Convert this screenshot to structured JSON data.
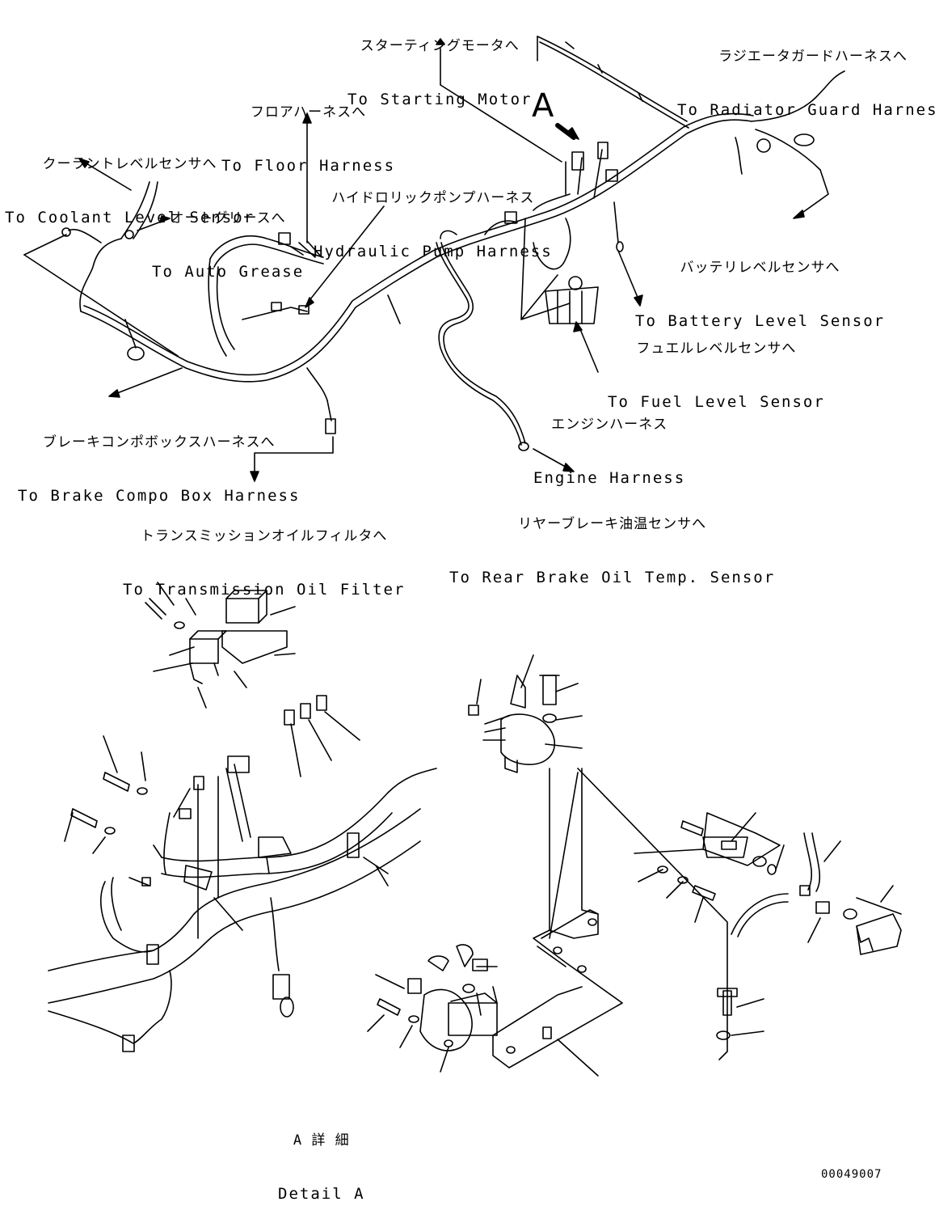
{
  "labels": {
    "starting_motor": {
      "jp": "スターティングモータへ",
      "en": "To Starting Motor"
    },
    "radiator_guard": {
      "jp": "ラジエータガードハーネスへ",
      "en": "To Radiator Guard Harness"
    },
    "floor_harness": {
      "jp": "フロアハーネスへ",
      "en": "To Floor Harness"
    },
    "coolant_level": {
      "jp": "クーラントレベルセンサへ",
      "en": "To Coolant Level Sensor"
    },
    "hydraulic_pump": {
      "jp": "ハイドロリックポンプハーネス",
      "en": "Hydraulic Pump Harness"
    },
    "auto_grease": {
      "jp": "オートグリースへ",
      "en": "To Auto Grease"
    },
    "battery_level": {
      "jp": "バッテリレベルセンサへ",
      "en": "To Battery Level Sensor"
    },
    "fuel_level": {
      "jp": "フュエルレベルセンサへ",
      "en": "To Fuel Level Sensor"
    },
    "engine_harness": {
      "jp": "エンジンハーネス",
      "en": "Engine Harness"
    },
    "brake_compo": {
      "jp": "ブレーキコンポボックスハーネスへ",
      "en": "To Brake Compo Box Harness"
    },
    "rear_brake": {
      "jp": "リヤーブレーキ油温センサへ",
      "en": "To Rear Brake Oil Temp. Sensor"
    },
    "transmission": {
      "jp": "トランスミッションオイルフィルタへ",
      "en": "To Transmission Oil Filter"
    },
    "detail": {
      "jp": "A 詳 細",
      "en": "Detail A"
    }
  },
  "view_marker": "A",
  "document_number": "00049007"
}
